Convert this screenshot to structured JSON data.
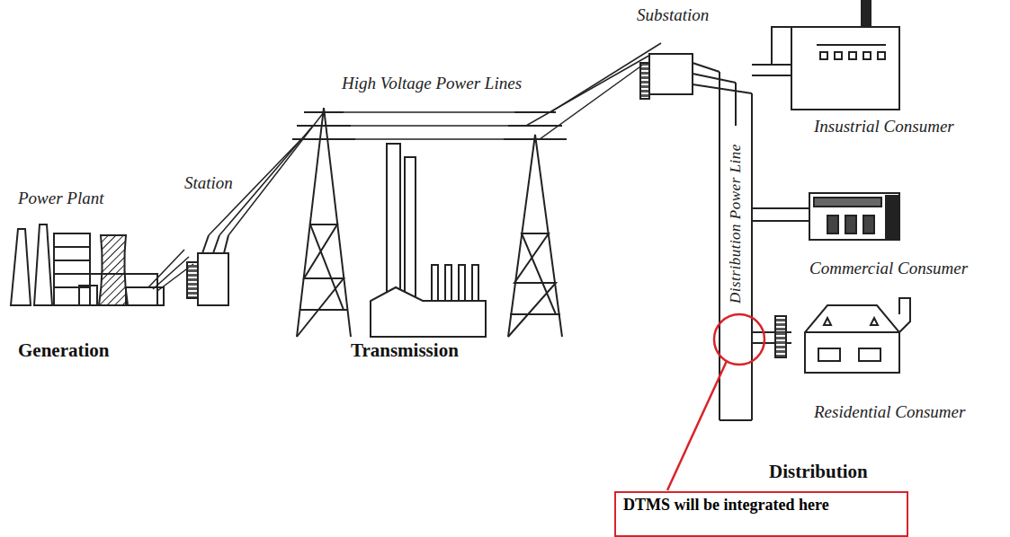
{
  "diagram": {
    "nodes": [
      {
        "text": [
          "DTMS will be integrated here"
        ]
      }
    ],
    "labels": [
      "Power Plant",
      "Station",
      "High Voltage Power Lines",
      "Substation",
      "Insustrial Consumer",
      "Distribution Power Line",
      "Commercial Consumer",
      "Residential Consumer",
      "Generation",
      "Transmission",
      "Distribution"
    ]
  }
}
